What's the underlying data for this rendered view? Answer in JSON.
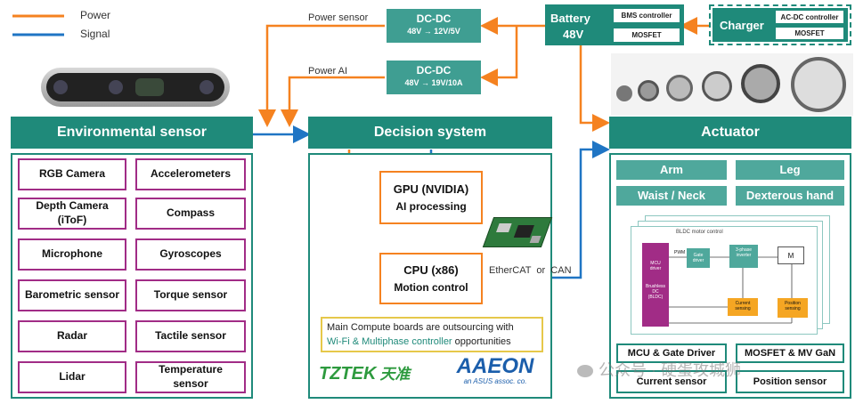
{
  "legend": {
    "power": "Power",
    "signal": "Signal"
  },
  "colors": {
    "power": "#f58220",
    "signal": "#1f75c4",
    "teal": "#1f8a7a",
    "sensor_border": "#a12c86"
  },
  "labels": {
    "power_sensor": "Power sensor",
    "power_ai": "Power AI",
    "ethercat": "EtherCAT  or  CAN"
  },
  "dcdc": [
    {
      "title": "DC-DC",
      "spec": "48V → 12V/5V"
    },
    {
      "title": "DC-DC",
      "spec": "48V → 19V/10A"
    }
  ],
  "battery": {
    "title": "Battery",
    "voltage": "48V",
    "parts": [
      "BMS controller",
      "MOSFET"
    ]
  },
  "charger": {
    "title": "Charger",
    "parts": [
      "AC-DC controller",
      "MOSFET"
    ]
  },
  "environmental": {
    "header": "Environmental sensor",
    "left": [
      "RGB Camera",
      "Depth Camera\n(iToF)",
      "Microphone",
      "Barometric sensor",
      "Radar",
      "Lidar"
    ],
    "right": [
      "Accelerometers",
      "Compass",
      "Gyroscopes",
      "Torque sensor",
      "Tactile sensor",
      "Temperature\nsensor"
    ]
  },
  "decision": {
    "header": "Decision system",
    "gpu": {
      "title": "GPU (NVIDIA)",
      "sub": "AI processing"
    },
    "cpu": {
      "title": "CPU (x86)",
      "sub": "Motion control"
    },
    "note_line1": "Main Compute boards are outsourcing with",
    "note_highlight": "Wi-Fi & Multiphase controller",
    "note_end": " opportunities",
    "logo1": "TZTEK",
    "logo1_cn": "天准",
    "logo2": "AAEON",
    "logo2_sub": "an ASUS assoc. co."
  },
  "actuator": {
    "header": "Actuator",
    "parts": [
      "Arm",
      "Leg",
      "Waist / Neck",
      "Dexterous hand"
    ],
    "inner_title": "BLDC motor control",
    "inner": {
      "mcu": "MCU\ndriver",
      "brushless": "Brushless\nDC\n(BLDC)",
      "pwm": "PWM",
      "gate": "Gate\ndriver",
      "inverter": "3-phase\ninverter",
      "motor": "M",
      "current": "Current\nsensing",
      "position": "Position\nsensing"
    },
    "bottom": [
      "MCU & Gate Driver",
      "MOSFET & MV GaN",
      "Current sensor",
      "Position sensor"
    ]
  },
  "watermark": "公众号 · 硬蛋攻城狮"
}
